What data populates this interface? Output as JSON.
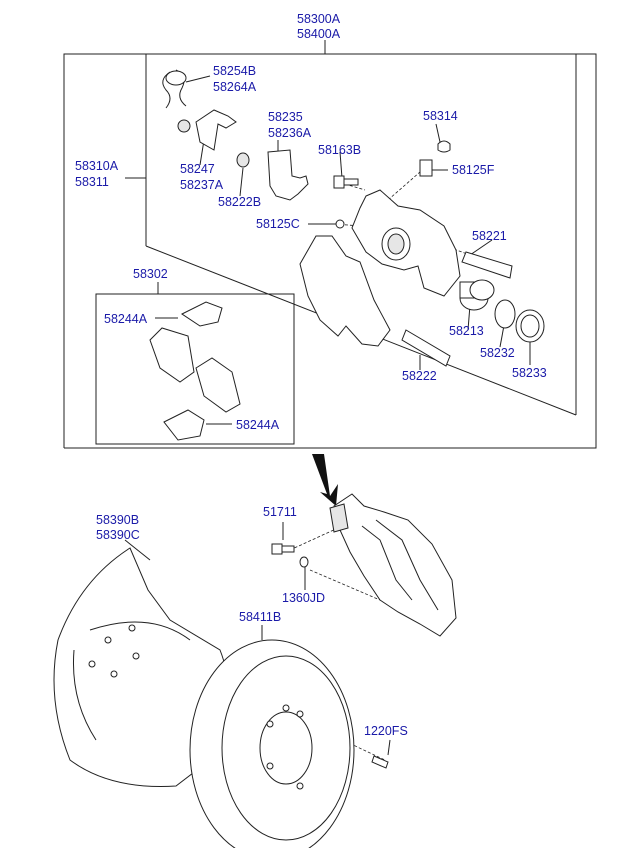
{
  "labels": {
    "assy_1": "58300A",
    "assy_2": "58400A",
    "caliper_1": "58310A",
    "caliper_2": "58311",
    "spring_1": "58254B",
    "spring_2": "58264A",
    "clip_1": "58247",
    "clip_2": "58237A",
    "boot_1": "58235",
    "boot_2": "58236A",
    "bleeder": "58314",
    "cap": "58222B",
    "bolt": "58163B",
    "cap2": "58125F",
    "cap3": "58125C",
    "guide_rod": "58221",
    "pad_kit": "58302",
    "shim_top": "58244A",
    "shim_bottom": "58244A",
    "piston": "58213",
    "ring": "58232",
    "seal": "58233",
    "guide_rod2": "58222",
    "shield_1": "58390B",
    "shield_2": "58390C",
    "screw": "51711",
    "washer": "1360JD",
    "disc": "58411B",
    "disc_screw": "1220FS"
  }
}
